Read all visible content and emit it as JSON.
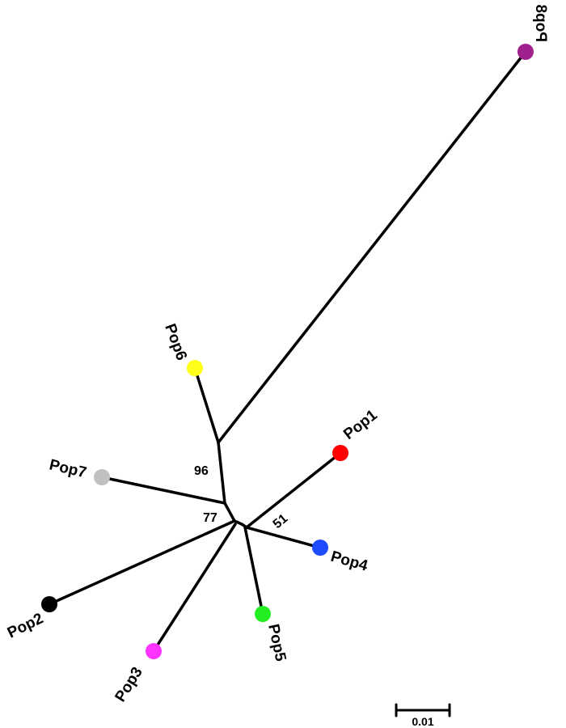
{
  "tree": {
    "taxa": [
      {
        "name": "Pop1",
        "color": "#ff0000"
      },
      {
        "name": "Pop2",
        "color": "#000000"
      },
      {
        "name": "Pop3",
        "color": "#ff33ff"
      },
      {
        "name": "Pop4",
        "color": "#1f4bff"
      },
      {
        "name": "Pop5",
        "color": "#22ee22"
      },
      {
        "name": "Pop6",
        "color": "#ffff1a"
      },
      {
        "name": "Pop7",
        "color": "#c0c0c0"
      },
      {
        "name": "Pop8",
        "color": "#a0208e"
      }
    ],
    "bootstrap_values": [
      "96",
      "77",
      "51"
    ],
    "scale_bar": "0.01"
  }
}
